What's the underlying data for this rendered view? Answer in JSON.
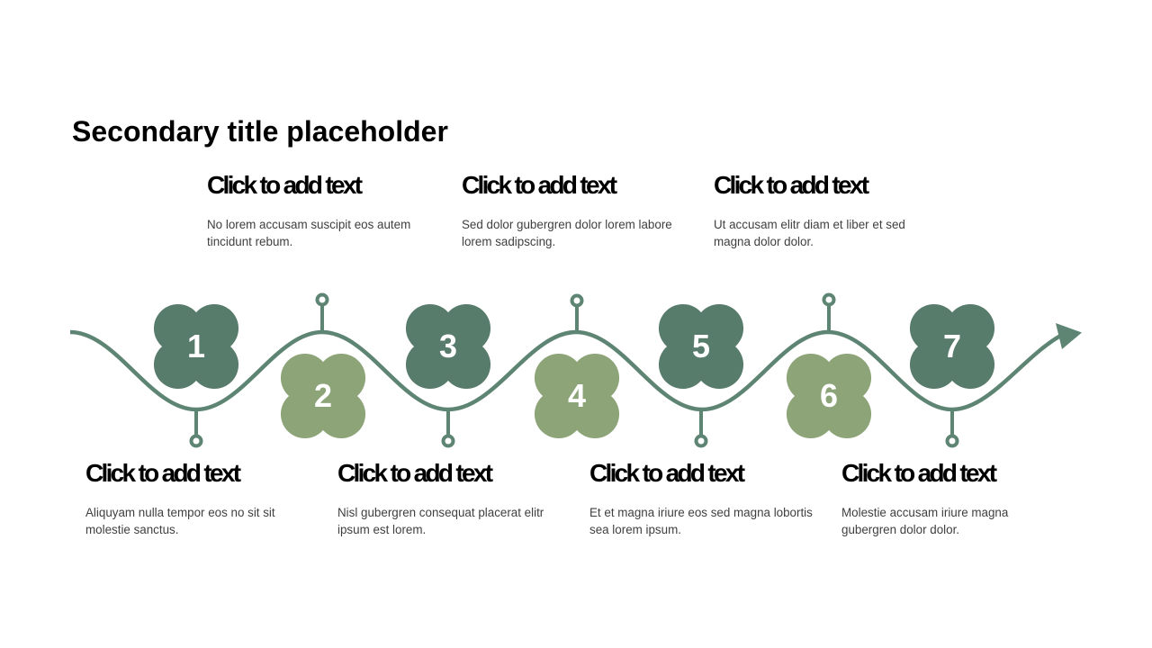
{
  "slide": {
    "title": "Secondary title placeholder"
  },
  "colors": {
    "dark_green": "#587C6B",
    "light_green": "#8CA478",
    "line_green": "#5E8573"
  },
  "top_blocks": [
    {
      "heading": "Click to add text",
      "body": "No lorem accusam suscipit eos autem tincidunt rebum."
    },
    {
      "heading": "Click to add text",
      "body": "Sed dolor gubergren dolor lorem labore lorem sadipscing."
    },
    {
      "heading": "Click to add text",
      "body": "Ut accusam elitr diam et liber et sed magna dolor dolor."
    }
  ],
  "bottom_blocks": [
    {
      "heading": "Click to add text",
      "body": "Aliquyam nulla tempor eos no sit sit molestie sanctus."
    },
    {
      "heading": "Click to add text",
      "body": "Nisl gubergren consequat placerat elitr ipsum est lorem."
    },
    {
      "heading": "Click to add text",
      "body": "Et et magna iriure eos sed magna lobortis sea lorem ipsum."
    },
    {
      "heading": "Click to add text",
      "body": "Molestie accusam iriure magna gubergren dolor dolor."
    }
  ],
  "milestones": [
    {
      "number": "1",
      "tone": "dark"
    },
    {
      "number": "2",
      "tone": "light"
    },
    {
      "number": "3",
      "tone": "dark"
    },
    {
      "number": "4",
      "tone": "light"
    },
    {
      "number": "5",
      "tone": "dark"
    },
    {
      "number": "6",
      "tone": "light"
    },
    {
      "number": "7",
      "tone": "dark"
    }
  ]
}
